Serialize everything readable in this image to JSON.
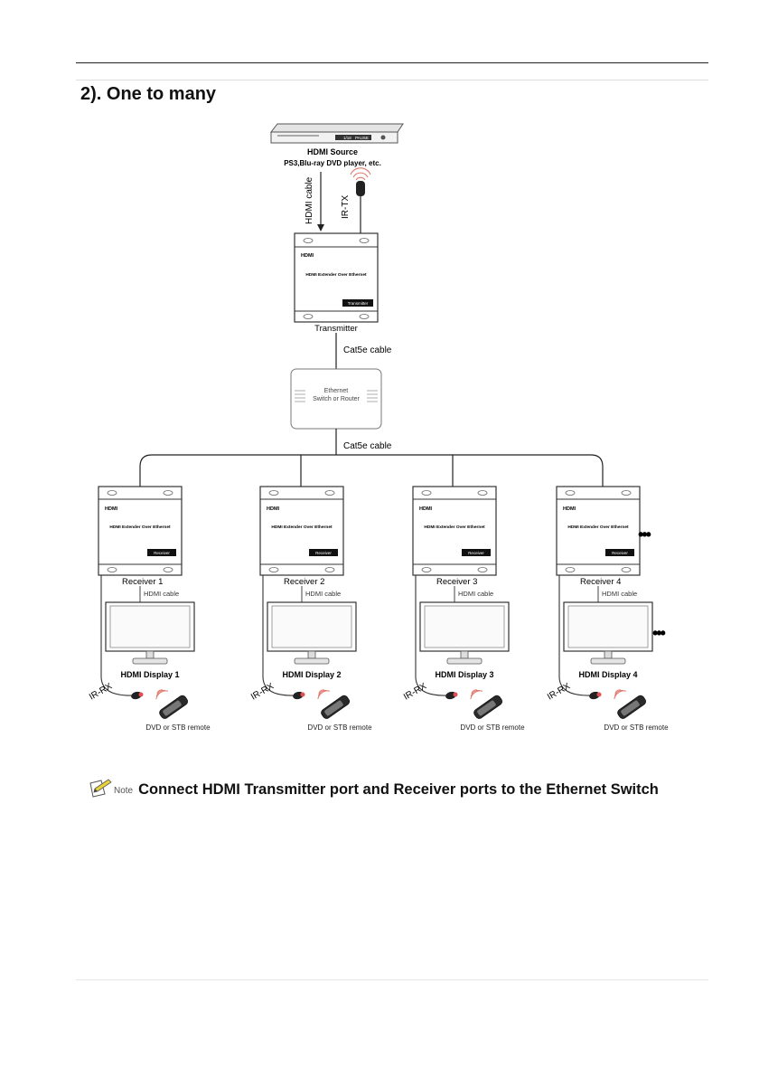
{
  "section": {
    "title": "2). One to many"
  },
  "source": {
    "name": "HDMI Source",
    "desc": "PS3,Blu-ray DVD player, etc.",
    "display_text": "1/18",
    "button_text": "PAUSE"
  },
  "cables": {
    "hdmi_vertical": "HDMI cable",
    "ir_tx": "IR-TX",
    "cat5e_top": "Cat5e cable",
    "cat5e_bottom": "Cat5e cable"
  },
  "transmitter": {
    "logo": "HDMI",
    "title": "HDMI Extender Over Ethernet",
    "tag": "Transmitter",
    "caption": "Transmitter"
  },
  "switch": {
    "line1": "Ethernet",
    "line2": "Switch or Router"
  },
  "receivers": [
    {
      "logo": "HDMI",
      "title": "HDMI Extender Over Ethernet",
      "tag": "Receiver",
      "caption": "Receiver 1",
      "cable": "HDMI cable",
      "display": "HDMI Display 1",
      "ir": "IR-RX",
      "remote": "DVD or STB remote"
    },
    {
      "logo": "HDMI",
      "title": "HDMI Extender Over Ethernet",
      "tag": "Receiver",
      "caption": "Receiver 2",
      "cable": "HDMI cable",
      "display": "HDMI Display 2",
      "ir": "IR-RX",
      "remote": "DVD or STB remote"
    },
    {
      "logo": "HDMI",
      "title": "HDMI Extender Over Ethernet",
      "tag": "Receiver",
      "caption": "Receiver 3",
      "cable": "HDMI cable",
      "display": "HDMI Display 3",
      "ir": "IR-RX",
      "remote": "DVD or STB remote"
    },
    {
      "logo": "HDMI",
      "title": "HDMI Extender Over Ethernet",
      "tag": "Receiver",
      "caption": "Receiver 4",
      "cable": "HDMI cable",
      "display": "HDMI Display 4",
      "ir": "IR-RX",
      "remote": "DVD or STB remote"
    }
  ],
  "more_indicator": "•••",
  "note": {
    "label": "Note",
    "text": "Connect HDMI Transmitter port and Receiver ports to the Ethernet Switch"
  }
}
